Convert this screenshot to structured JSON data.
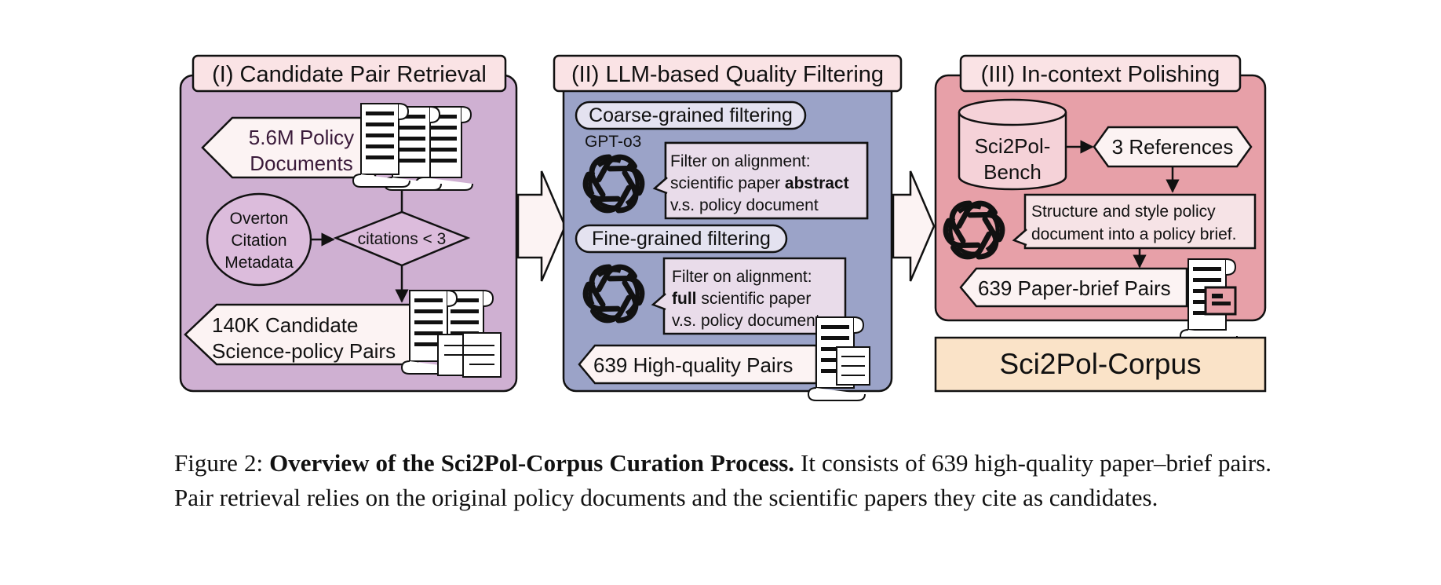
{
  "panel1": {
    "title": "(I) Candidate Pair Retrieval",
    "policy_docs_line1": "5.6M Policy",
    "policy_docs_line2": "Documents",
    "metadata_line1": "Overton",
    "metadata_line2": "Citation",
    "metadata_line3": "Metadata",
    "filter_condition": "citations < 3",
    "output_line1": "140K Candidate",
    "output_line2": "Science-policy Pairs"
  },
  "panel2": {
    "title": "(II) LLM-based Quality Filtering",
    "coarse_label": "Coarse-grained filtering",
    "model_label": "GPT-o3",
    "coarse_bubble_line1": "Filter on alignment:",
    "coarse_bubble_line2_pre": "scientific paper ",
    "coarse_bubble_line2_bold": "abstract",
    "coarse_bubble_line3": "v.s. policy document",
    "fine_label": "Fine-grained filtering",
    "fine_bubble_line1": "Filter on alignment:",
    "fine_bubble_line2_bold": "full",
    "fine_bubble_line2_post": " scientific paper",
    "fine_bubble_line3": "v.s. policy document",
    "output": "639 High-quality Pairs"
  },
  "panel3": {
    "title": "(III) In-context Polishing",
    "bench_line1": "Sci2Pol-",
    "bench_line2": "Bench",
    "references": "3 References",
    "bubble_line1": "Structure and style policy",
    "bubble_line2": "document into a policy brief.",
    "output": "639 Paper-brief Pairs"
  },
  "corpus_label": "Sci2Pol-Corpus",
  "caption": {
    "prefix": "Figure 2: ",
    "bold": "Overview of the Sci2Pol-Corpus Curation Process.",
    "rest": " It consists of 639 high-quality paper–brief pairs. Pair retrieval relies on the original policy documents and the scientific papers they cite as candidates."
  },
  "colors": {
    "panel1_bg": "#cfb0d2",
    "panel2_bg": "#9ba3c8",
    "panel3_bg": "#e7a0a8",
    "title_tab_bg": "#fae3e5",
    "corpus_bg": "#fae3c8",
    "big_arrow_bg": "#fcf3f3",
    "bubble_bg": "#e9dcea",
    "ink": "#111111"
  },
  "icons": [
    "document-stack-icon",
    "openai-logo-icon",
    "database-cylinder-icon",
    "paper-scroll-icon"
  ]
}
